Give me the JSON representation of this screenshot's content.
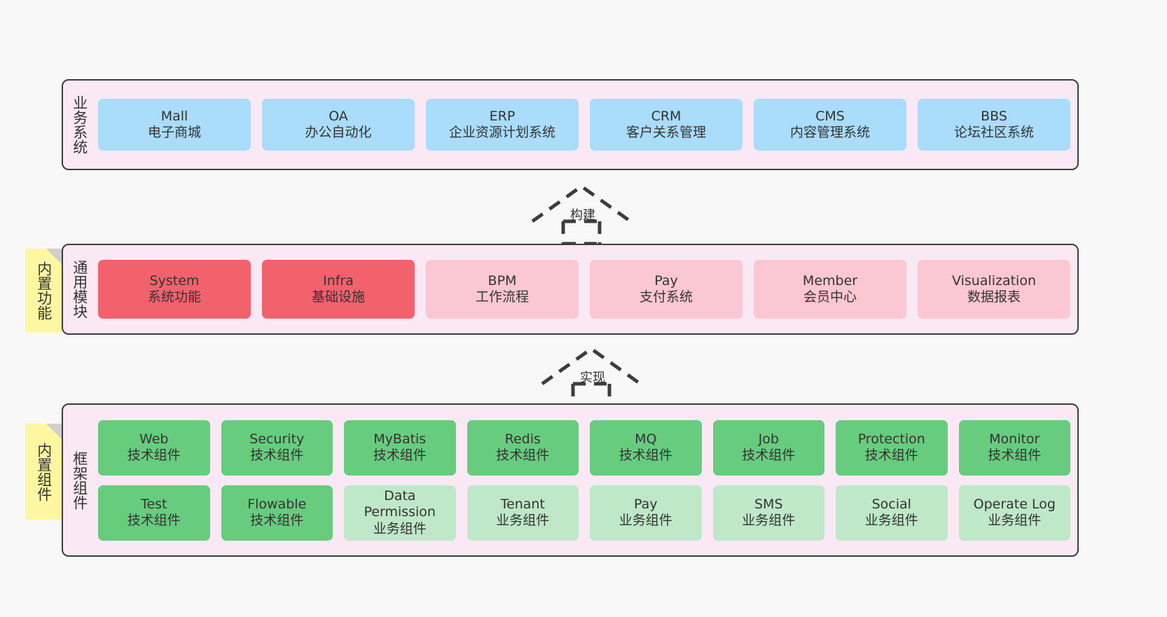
{
  "diagram": {
    "background_color": "#f8f8f8",
    "layer_fill": "#fae9f4",
    "layer_border": "#3d3d3d"
  },
  "layers": {
    "business": {
      "title": "业务系统",
      "node_color": "#aadcfb",
      "nodes": [
        {
          "name": "Mall",
          "sub": "电子商城"
        },
        {
          "name": "OA",
          "sub": "办公自动化"
        },
        {
          "name": "ERP",
          "sub": "企业资源计划系统"
        },
        {
          "name": "CRM",
          "sub": "客户关系管理"
        },
        {
          "name": "CMS",
          "sub": "内容管理系统"
        },
        {
          "name": "BBS",
          "sub": "论坛社区系统"
        }
      ]
    },
    "common": {
      "title": "通用模块",
      "sticky": "内置功能",
      "color_primary": "#f2626d",
      "color_secondary": "#fbc7d2",
      "nodes": [
        {
          "name": "System",
          "sub": "系统功能",
          "variant": "clr-red"
        },
        {
          "name": "Infra",
          "sub": "基础设施",
          "variant": "clr-red"
        },
        {
          "name": "BPM",
          "sub": "工作流程",
          "variant": "clr-pink"
        },
        {
          "name": "Pay",
          "sub": "支付系统",
          "variant": "clr-pink"
        },
        {
          "name": "Member",
          "sub": "会员中心",
          "variant": "clr-pink"
        },
        {
          "name": "Visualization",
          "sub": "数据报表",
          "variant": "clr-pink"
        }
      ]
    },
    "framework": {
      "title": "框架组件",
      "sticky": "内置组件",
      "color_tech": "#68cc7f",
      "color_business": "#bfe8c8",
      "rows": [
        [
          {
            "name": "Web",
            "sub": "技术组件",
            "variant": "clr-green-dark"
          },
          {
            "name": "Security",
            "sub": "技术组件",
            "variant": "clr-green-dark"
          },
          {
            "name": "MyBatis",
            "sub": "技术组件",
            "variant": "clr-green-dark"
          },
          {
            "name": "Redis",
            "sub": "技术组件",
            "variant": "clr-green-dark"
          },
          {
            "name": "MQ",
            "sub": "技术组件",
            "variant": "clr-green-dark"
          },
          {
            "name": "Job",
            "sub": "技术组件",
            "variant": "clr-green-dark"
          },
          {
            "name": "Protection",
            "sub": "技术组件",
            "variant": "clr-green-dark"
          },
          {
            "name": "Monitor",
            "sub": "技术组件",
            "variant": "clr-green-dark"
          }
        ],
        [
          {
            "name": "Test",
            "sub": "技术组件",
            "variant": "clr-green-dark"
          },
          {
            "name": "Flowable",
            "sub": "技术组件",
            "variant": "clr-green-dark"
          },
          {
            "name": "Data Permission",
            "sub": "业务组件",
            "variant": "clr-green-light"
          },
          {
            "name": "Tenant",
            "sub": "业务组件",
            "variant": "clr-green-light"
          },
          {
            "name": "Pay",
            "sub": "业务组件",
            "variant": "clr-green-light"
          },
          {
            "name": "SMS",
            "sub": "业务组件",
            "variant": "clr-green-light"
          },
          {
            "name": "Social",
            "sub": "业务组件",
            "variant": "clr-green-light"
          },
          {
            "name": "Operate Log",
            "sub": "业务组件",
            "variant": "clr-green-light"
          }
        ]
      ]
    }
  },
  "connectors": [
    {
      "id": "build",
      "label": "构建"
    },
    {
      "id": "impl",
      "label": "实现"
    }
  ]
}
